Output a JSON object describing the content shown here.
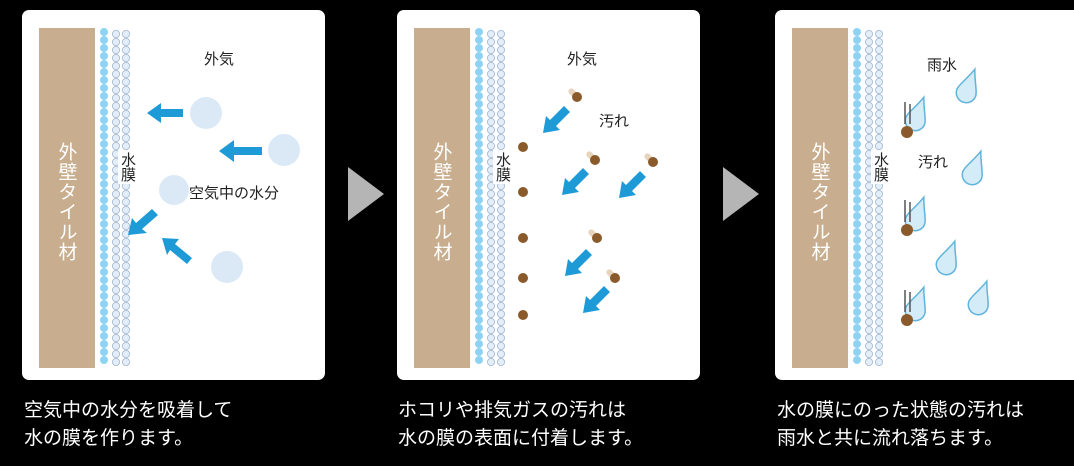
{
  "panels": [
    {
      "wall_label": "外壁タイル材",
      "film_label": "水膜",
      "air_label": "外気",
      "extra_label": "空気中の水分",
      "caption_line1": "空気中の水分を吸着して",
      "caption_line2": "水の膜を作ります。"
    },
    {
      "wall_label": "外壁タイル材",
      "film_label": "水膜",
      "air_label": "外気",
      "extra_label": "汚れ",
      "caption_line1": "ホコリや排気ガスの汚れは",
      "caption_line2": "水の膜の表面に付着します。"
    },
    {
      "wall_label": "外壁タイル材",
      "film_label": "水膜",
      "air_label": "雨水",
      "extra_label": "汚れ",
      "caption_line1": "水の膜にのった状態の汚れは",
      "caption_line2": "雨水と共に流れ落ちます。"
    }
  ],
  "colors": {
    "background": "#000000",
    "panel": "#ffffff",
    "tile": "#c8ae8e",
    "water_film": "#8fd3f4",
    "arrow": "#1e9bd7",
    "dirt": "#8a5a2b",
    "separator_arrow": "#b5b5b5"
  },
  "icons": [
    "arrow-icon",
    "water-droplet-icon",
    "dirt-particle-icon",
    "raindrop-icon",
    "chevron-right-icon"
  ]
}
